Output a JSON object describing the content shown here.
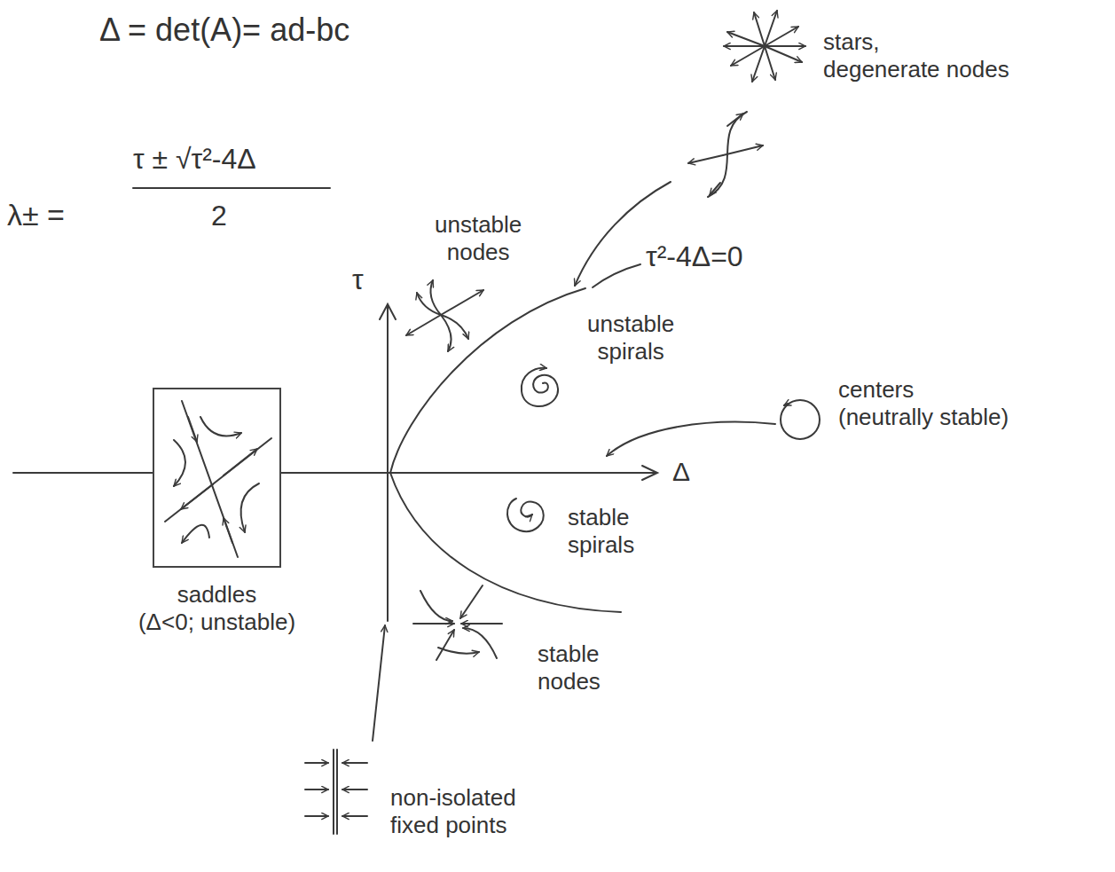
{
  "diagram": {
    "nodes": [
      {
        "text": [
          "saddles (Δ<0; unstable)"
        ]
      }
    ],
    "labels": [
      "Δ = det(A)= ad-bc",
      "λ± =",
      "τ ± √τ²-4Δ",
      "2",
      "τ",
      "Δ",
      "stars, degenerate nodes",
      "unstable nodes",
      "τ²-4Δ=0",
      "unstable spirals",
      "centers (neutrally stable)",
      "stable spirals",
      "stable nodes",
      "non-isolated fixed points"
    ]
  }
}
